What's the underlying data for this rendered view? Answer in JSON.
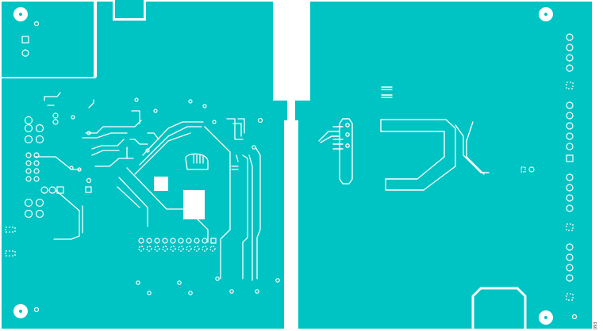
{
  "figure": {
    "label": "093"
  },
  "colors": {
    "copper": "#00c3c3",
    "trace": "#ffffff",
    "clearance": "#ffffff",
    "background": "#ffffff"
  },
  "layers": {
    "left_board": "copper-pour-left",
    "right_board": "copper-pour-right"
  }
}
